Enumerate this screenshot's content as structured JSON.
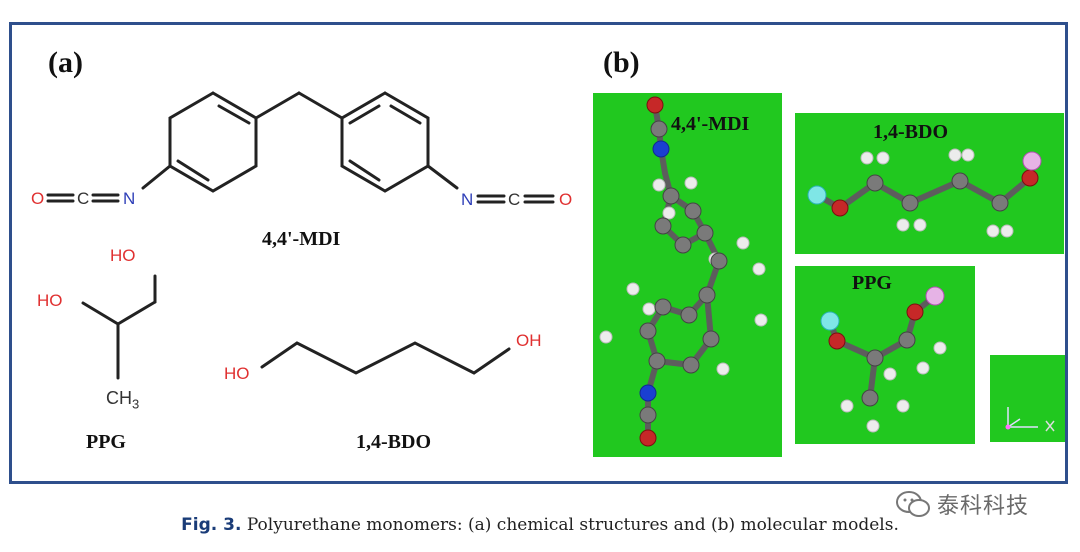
{
  "panel_a": {
    "label": "(a)",
    "mdi": {
      "name": "4,4'-MDI",
      "atoms": {
        "o_left": "O",
        "c_left": "C",
        "n_left": "N",
        "n_right": "N",
        "c_right": "C",
        "o_right": "O"
      }
    },
    "ppg": {
      "name": "PPG",
      "atoms": {
        "ho_top": "HO",
        "ho_left": "HO",
        "ch3": "CH3"
      }
    },
    "bdo": {
      "name": "1,4-BDO",
      "atoms": {
        "ho_left": "HO",
        "oh_right": "OH"
      }
    }
  },
  "panel_b": {
    "label": "(b)",
    "mdi_label": "4,4'-MDI",
    "bdo_label": "1,4-BDO",
    "ppg_label": "PPG",
    "colors": {
      "background": "#21c81f",
      "carbon": "#7a7a7a",
      "hydrogen": "#f2f2f2",
      "oxygen": "#c62828",
      "nitrogen": "#1a3fd1"
    }
  },
  "caption": {
    "fig_no": "Fig. 3.",
    "text": "Polyurethane monomers: (a) chemical structures and (b) molecular models."
  },
  "watermark": {
    "icon": "wechat-icon",
    "text": "泰科科技"
  }
}
